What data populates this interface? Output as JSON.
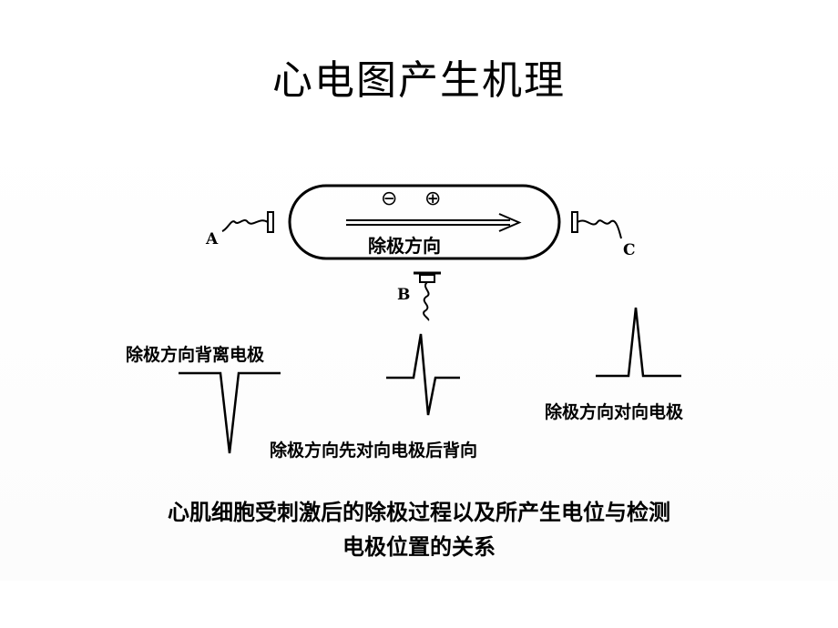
{
  "title": "心电图产生机理",
  "cell": {
    "minus_symbol": "⊖",
    "plus_symbol": "⊕",
    "arrow_label": "除极方向"
  },
  "electrodes": {
    "a": "A",
    "b": "B",
    "c": "C"
  },
  "waveforms": {
    "away_label": "除极方向背离电极",
    "biphasic_label": "除极方向先对向电极后背向",
    "toward_label": "除极方向对向电极"
  },
  "caption": {
    "line1": "心肌细胞受刺激后的除极过程以及所产生电位与检测",
    "line2": "电极位置的关系"
  }
}
